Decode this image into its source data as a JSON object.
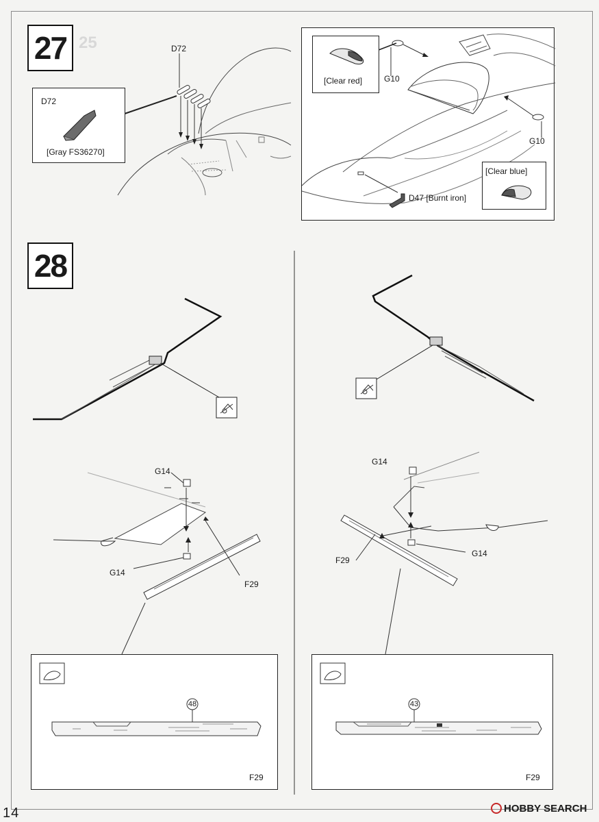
{
  "page_number": "14",
  "step27": {
    "number": "27",
    "left": {
      "callout_label": "D72",
      "inset_label": "D72",
      "inset_color": "[Gray FS36270]"
    },
    "right": {
      "inset_red_color": "[Clear red]",
      "inset_blue_color": "[Clear blue]",
      "g10_top": "G10",
      "g10_right": "G10",
      "d47_part": "D47",
      "d47_color": "[Burnt iron]"
    }
  },
  "step28": {
    "number": "28",
    "left": {
      "g14_top": "G14",
      "g14_bottom": "G14",
      "f29": "F29",
      "detail_decal": "48",
      "detail_part": "F29"
    },
    "right": {
      "g14_top": "G14",
      "g14_bottom": "G14",
      "f29": "F29",
      "detail_decal": "43",
      "detail_part": "F29"
    }
  },
  "watermark": {
    "brand": "HOBBY SEARCH",
    "brand_color": "#c62828"
  }
}
